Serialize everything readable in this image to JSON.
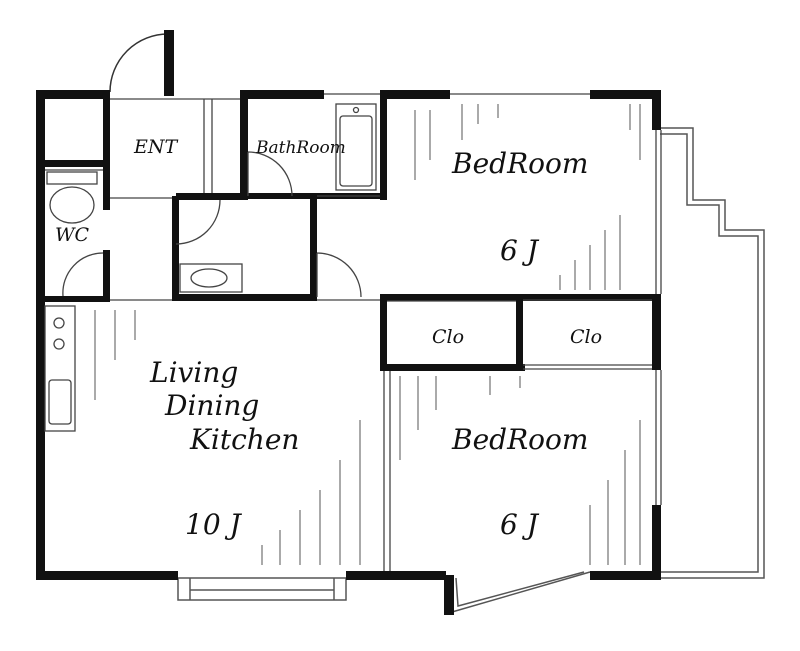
{
  "rooms": {
    "ent": "ENT",
    "bath": "BathRoom",
    "wc": "WC",
    "bedroom_upper": "BedRoom",
    "bedroom_upper_size": "6 J",
    "clo_left": "Clo",
    "clo_right": "Clo",
    "ldk_line1": "Living",
    "ldk_line2": "Dining",
    "ldk_line3": "Kitchen",
    "ldk_size": "10 J",
    "bedroom_lower": "BedRoom",
    "bedroom_lower_size": "6 J"
  }
}
